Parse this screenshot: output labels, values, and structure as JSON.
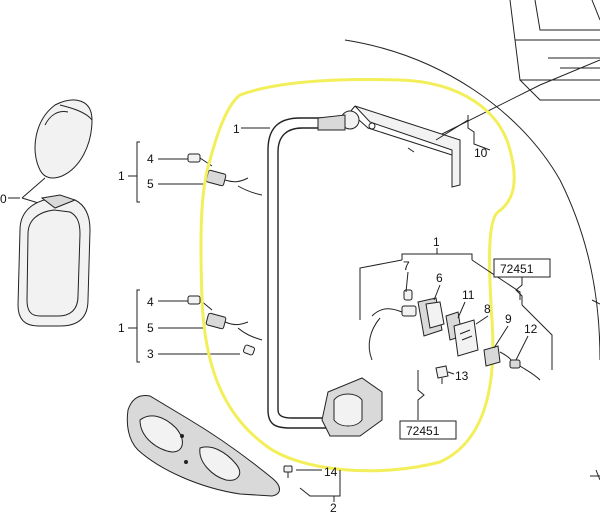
{
  "callouts": {
    "c1_arm": "1",
    "c10_top": "10",
    "c4_top": "4",
    "c5_top": "5",
    "c1_top_group": "1",
    "c4_mid": "4",
    "c5_mid": "5",
    "c1_mid_group": "1",
    "c3_mid": "3",
    "c1_kit": "1",
    "c7": "7",
    "c6": "6",
    "c11": "11",
    "c8": "8",
    "c9": "9",
    "c12": "12",
    "c13": "13",
    "c14": "14",
    "c2": "2",
    "c0_left": "0"
  },
  "ref_boxes": {
    "ref_upper": "72451",
    "ref_lower": "72451"
  },
  "colors": {
    "highlight": "#f2ef5a",
    "ink": "#222222"
  }
}
